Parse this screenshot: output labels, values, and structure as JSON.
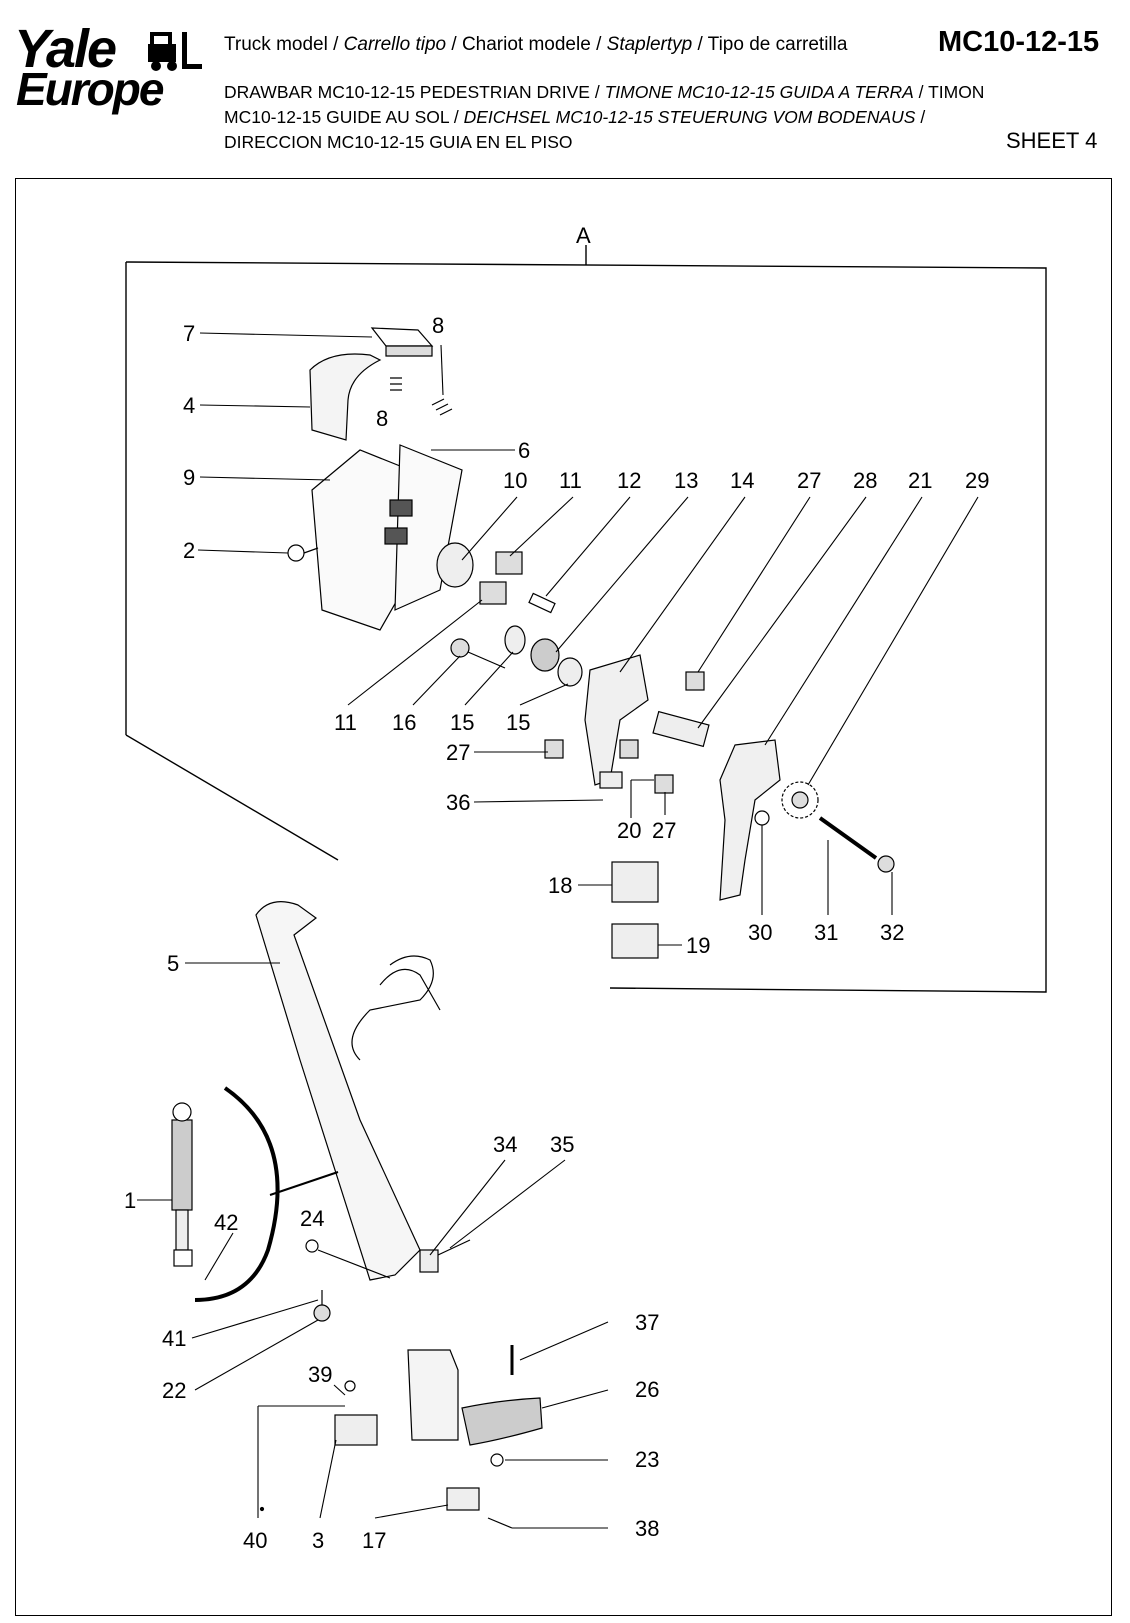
{
  "brand": {
    "line1": "Yale",
    "line2": "Europe"
  },
  "header": {
    "truck_model_text": "Truck model / ",
    "carrello": "Carrello tipo",
    "sep1": " / Chariot modele / ",
    "staplertyp": "Staplertyp",
    "tail": " / Tipo de carretilla",
    "model_number": "MC10-12-15",
    "title_p1": "DRAWBAR MC10-12-15 PEDESTRIAN DRIVE / ",
    "title_p2": "TIMONE MC10-12-15 GUIDA A TERRA",
    "title_p3": " / TIMON MC10-12-15 GUIDE AU SOL / ",
    "title_p4": "DEICHSEL MC10-12-15 STEUERUNG VOM BODENAUS",
    "title_p5": " / DIRECCION MC10-12-15 GUIA EN EL PISO",
    "sheet": "SHEET 4"
  },
  "diagram": {
    "group_label": "A",
    "callouts": [
      "7",
      "8",
      "4",
      "8",
      "6",
      "9",
      "10",
      "11",
      "12",
      "13",
      "14",
      "27",
      "28",
      "21",
      "29",
      "2",
      "11",
      "16",
      "15",
      "15",
      "27",
      "36",
      "20",
      "27",
      "18",
      "19",
      "30",
      "31",
      "32",
      "5",
      "34",
      "35",
      "1",
      "24",
      "42",
      "41",
      "22",
      "37",
      "39",
      "26",
      "23",
      "40",
      "3",
      "17",
      "38"
    ]
  }
}
